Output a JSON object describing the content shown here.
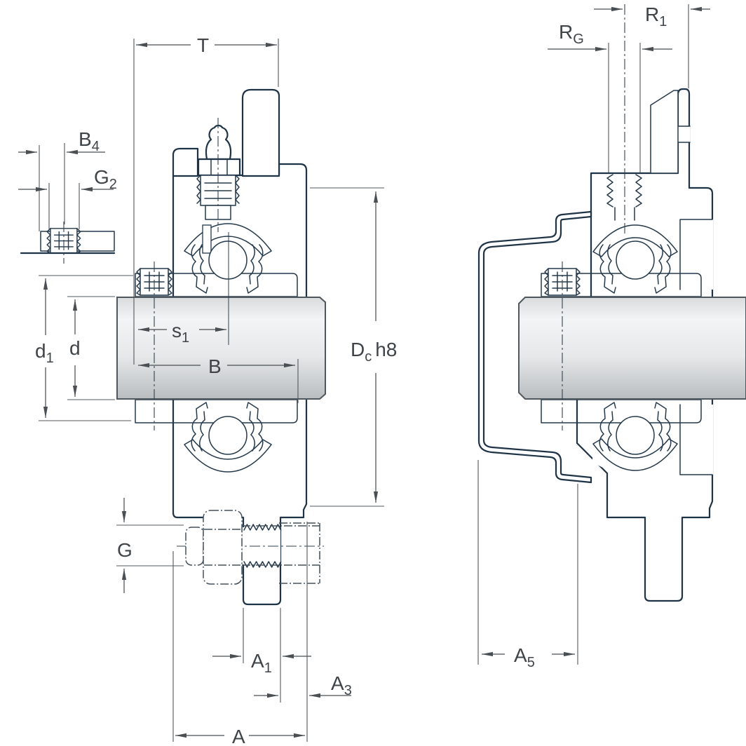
{
  "drawing": {
    "description_labels": {
      "T": {
        "main": "T",
        "sub": ""
      },
      "B4": {
        "main": "B",
        "sub": "4"
      },
      "G2": {
        "main": "G",
        "sub": "2"
      },
      "d1": {
        "main": "d",
        "sub": "1"
      },
      "d": {
        "main": "d",
        "sub": ""
      },
      "s1": {
        "main": "s",
        "sub": "1"
      },
      "B": {
        "main": "B",
        "sub": ""
      },
      "Dc": {
        "main": "D",
        "sub": "c",
        "suffix": "h8"
      },
      "G": {
        "main": "G",
        "sub": ""
      },
      "A1": {
        "main": "A",
        "sub": "1"
      },
      "A3": {
        "main": "A",
        "sub": "3"
      },
      "A": {
        "main": "A",
        "sub": ""
      },
      "RG": {
        "main": "R",
        "sub": "G"
      },
      "R1": {
        "main": "R",
        "sub": "1"
      },
      "A5": {
        "main": "A",
        "sub": "5"
      }
    },
    "colors": {
      "section_fill": "#bdd1e8",
      "outline": "#1f3346",
      "dimension_line": "#4a4f53",
      "shaft_light": "#f3f4f5",
      "shaft_dark": "#b9bdc0",
      "background": "#ffffff"
    }
  }
}
